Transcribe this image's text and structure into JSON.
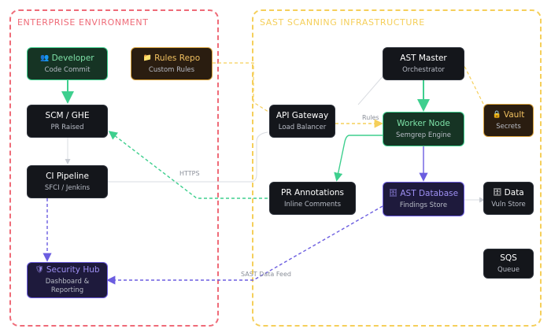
{
  "colors": {
    "enterprise_border": "#ef6b78",
    "sast_border": "#f5cf5a",
    "green": "#3ecf8e",
    "purple": "#6b5de0",
    "amber": "#d9a23a",
    "gray_line": "#c8ccd3"
  },
  "zones": {
    "enterprise": {
      "title": "ENTERPRISE ENVIRONMENT"
    },
    "sast": {
      "title": "SAST SCANNING INFRASTRUCTURE"
    }
  },
  "nodes": {
    "developer": {
      "icon": "people-icon",
      "glyph": "👥",
      "title": "Developer",
      "subtitle": "Code Commit"
    },
    "rules_repo": {
      "icon": "folder-icon",
      "glyph": "📁",
      "title": "Rules Repo",
      "subtitle": "Custom Rules"
    },
    "ast_master": {
      "title": "AST Master",
      "subtitle": "Orchestrator"
    },
    "scm": {
      "title": "SCM / GHE",
      "subtitle": "PR Raised"
    },
    "api_gateway": {
      "title": "API Gateway",
      "subtitle": "Load Balancer"
    },
    "worker_node": {
      "title": "Worker Node",
      "subtitle": "Semgrep Engine"
    },
    "vault": {
      "icon": "lock-icon",
      "glyph": "🔒",
      "title": "Vault",
      "subtitle": "Secrets"
    },
    "ci_pipeline": {
      "title": "CI Pipeline",
      "subtitle": "SFCI / Jenkins"
    },
    "pr_annotations": {
      "title": "PR Annotations",
      "subtitle": "Inline Comments"
    },
    "ast_database": {
      "icon": "database-icon",
      "glyph": "🗄",
      "title": "AST Database",
      "subtitle": "Findings Store"
    },
    "data": {
      "icon": "database-icon",
      "glyph": "🗄",
      "title": "Data",
      "subtitle": "Vuln Store"
    },
    "sqs": {
      "title": "SQS",
      "subtitle": "Queue"
    },
    "security_hub": {
      "icon": "shield-icon",
      "glyph": "🛡",
      "title": "Security Hub",
      "subtitle": "Dashboard & Reporting"
    }
  },
  "edge_labels": {
    "https": "HTTPS",
    "rules": "Rules",
    "sast_feed": "SAST Data Feed"
  }
}
